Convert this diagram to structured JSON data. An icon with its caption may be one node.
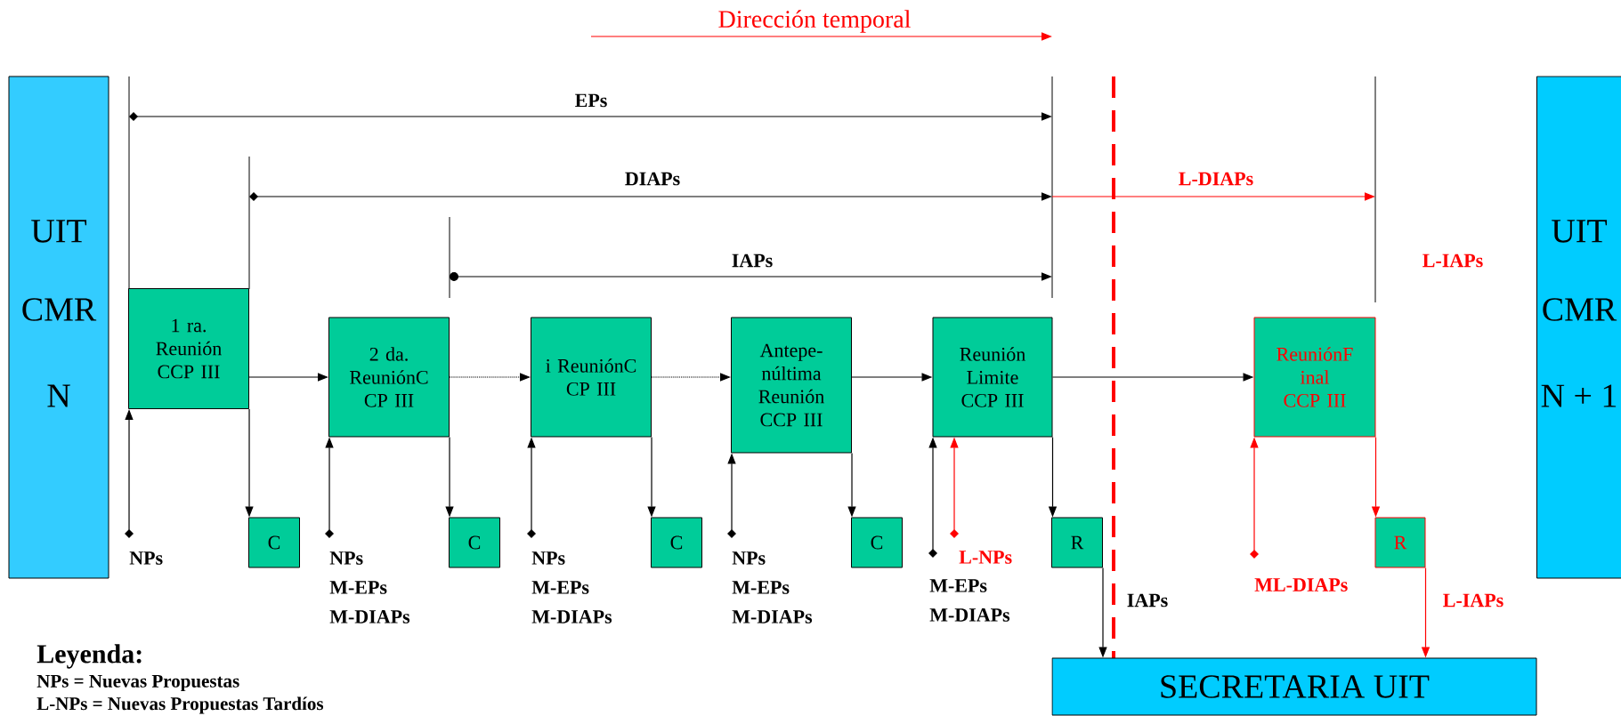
{
  "diagram": {
    "nodes": [
      {
        "text": [
          "UIT",
          "CMR",
          "N"
        ]
      },
      {
        "text": [
          "1 ra. Reunión CCP III"
        ]
      },
      {
        "text": [
          "2 da. ReuniónC CP III"
        ]
      },
      {
        "text": [
          "i ReuniónC CP III"
        ]
      },
      {
        "text": [
          "Antepe- núltima Reunión CCP III"
        ]
      },
      {
        "text": [
          "Reunión Limite CCP III"
        ]
      },
      {
        "text": [
          "ReuniónF inal CCP III"
        ]
      },
      {
        "text": [
          "UIT",
          "CMR",
          "N + 1"
        ]
      },
      {
        "text": [
          "C"
        ]
      },
      {
        "text": [
          "C"
        ]
      },
      {
        "text": [
          "C"
        ]
      },
      {
        "text": [
          "C"
        ]
      },
      {
        "text": [
          "R"
        ]
      },
      {
        "text": [
          "R"
        ]
      },
      {
        "text": [
          "SECRETARIA UIT"
        ]
      },
      {
        "text": [
          "NPs"
        ]
      },
      {
        "text": [
          "NPs",
          "M-EPs",
          "M-DIAPs"
        ]
      },
      {
        "text": [
          "NPs",
          "M-EPs",
          "M-DIAPs"
        ]
      },
      {
        "text": [
          "NPs",
          "M-EPs",
          "M-DIAPs"
        ]
      },
      {
        "text": [
          "M-EPs",
          "M-DIAPs"
        ]
      },
      {
        "text": [
          "L-NPs"
        ]
      },
      {
        "text": [
          "ML-DIAPs"
        ]
      }
    ],
    "edges": [
      {
        "from": 1,
        "to": 2,
        "arrow": "to"
      },
      {
        "from": 2,
        "to": 3,
        "arrow": "to",
        "style": "dashed"
      },
      {
        "from": 3,
        "to": 4,
        "arrow": "to",
        "style": "dashed"
      },
      {
        "from": 4,
        "to": 5,
        "arrow": "to"
      },
      {
        "from": 5,
        "to": 6,
        "arrow": "to"
      },
      {
        "from": 1,
        "to": 8,
        "arrow": "to"
      },
      {
        "from": 2,
        "to": 9,
        "arrow": "to"
      },
      {
        "from": 3,
        "to": 10,
        "arrow": "to"
      },
      {
        "from": 4,
        "to": 11,
        "arrow": "to"
      },
      {
        "from": 5,
        "to": 12,
        "arrow": "to"
      },
      {
        "from": 6,
        "to": 13,
        "arrow": "to",
        "color": "#ff0000"
      },
      {
        "from": 15,
        "to": 1,
        "arrow": "to"
      },
      {
        "from": 16,
        "to": 2,
        "arrow": "to"
      },
      {
        "from": 17,
        "to": 3,
        "arrow": "to"
      },
      {
        "from": 18,
        "to": 4,
        "arrow": "to"
      },
      {
        "from": 19,
        "to": 5,
        "arrow": "to"
      },
      {
        "from": 20,
        "to": 5,
        "arrow": "to",
        "color": "#ff0000"
      },
      {
        "from": 21,
        "to": 6,
        "arrow": "to",
        "color": "#ff0000"
      },
      {
        "from": 12,
        "to": 14,
        "arrow": "to",
        "label": "IAPs"
      },
      {
        "from": 13,
        "to": 14,
        "arrow": "to",
        "label": "L-IAPs",
        "color": "#ff0000"
      }
    ],
    "labels": [
      "Dirección temporal",
      "EPs",
      "DIAPs",
      "L-DIAPs",
      "IAPs",
      "L-IAPs",
      "Leyenda:"
    ],
    "legend": [
      {
        "text": "NPs = Nuevas Propuestas"
      },
      {
        "text": "L-NPs = Nuevas Propuestas Tardíos"
      }
    ]
  }
}
